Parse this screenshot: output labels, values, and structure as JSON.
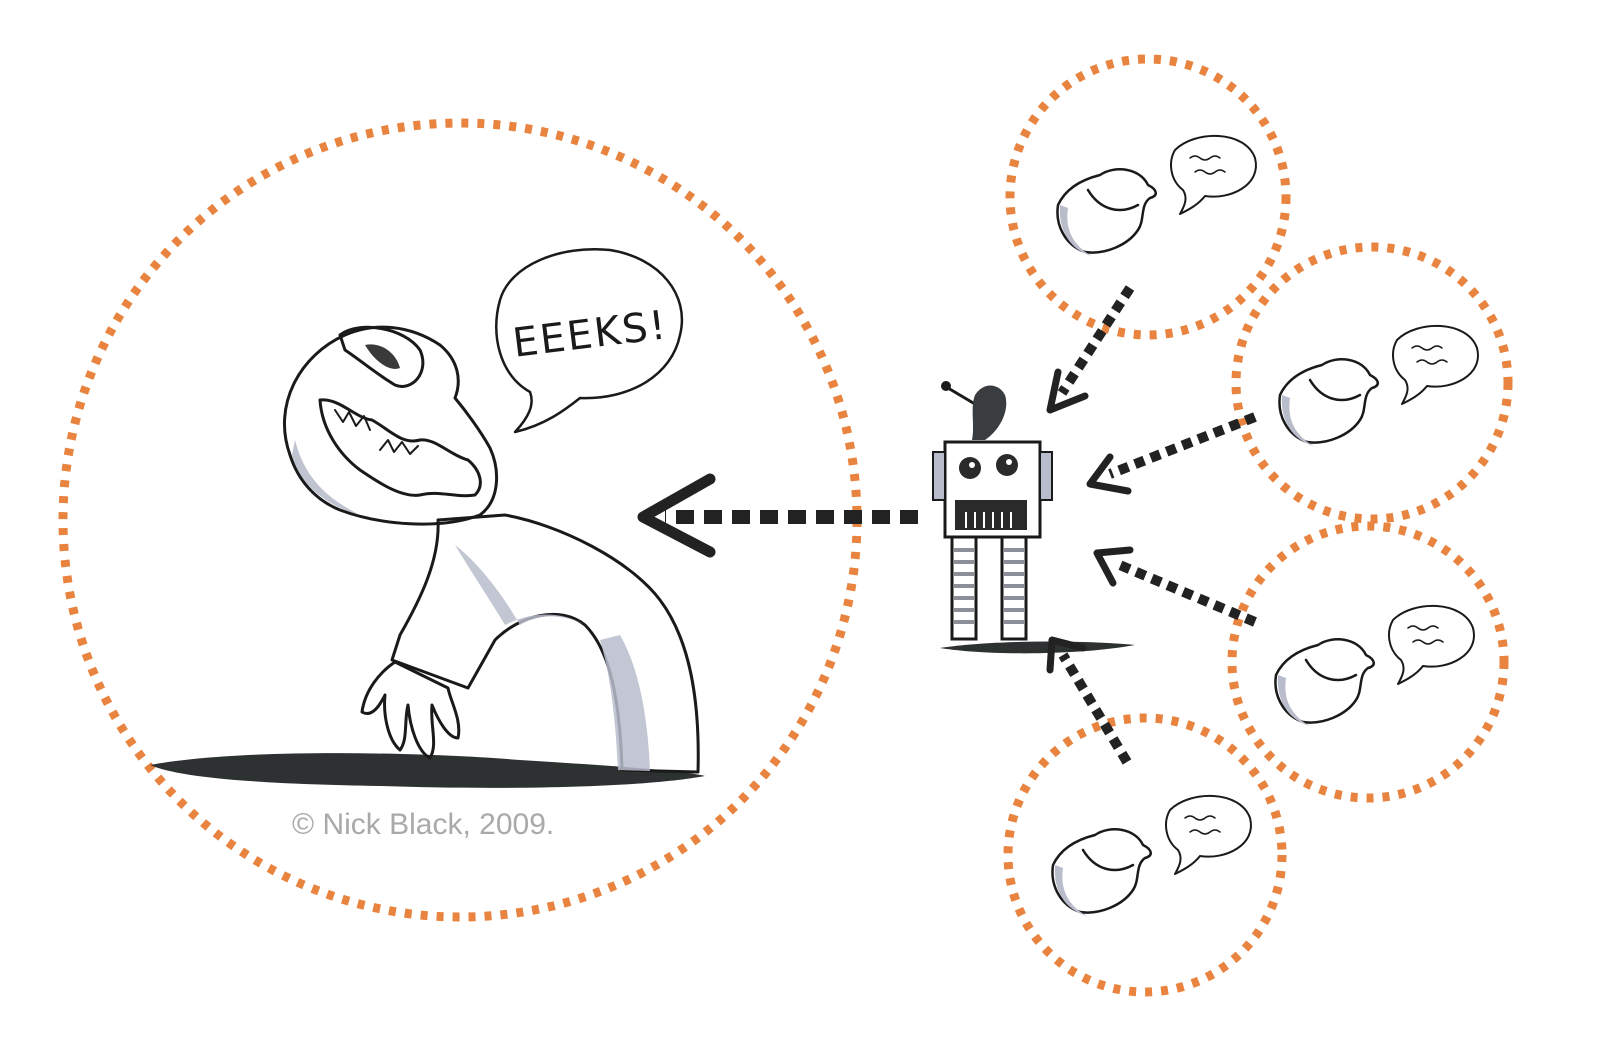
{
  "speech": {
    "exclamation": "EEEKS!"
  },
  "credit": {
    "copyright": "© Nick Black, 2009."
  },
  "colors": {
    "halo": "#e8843f",
    "ink": "#1a1a1a",
    "arrow": "#222222",
    "shade": "#b9bccb",
    "shadow": "#2d3132",
    "credit_text": "#a9a9a9"
  },
  "icons": {
    "main_figure": "screaming-person",
    "robot": "robot-with-antenna-dish",
    "speakers": "talking-head"
  }
}
